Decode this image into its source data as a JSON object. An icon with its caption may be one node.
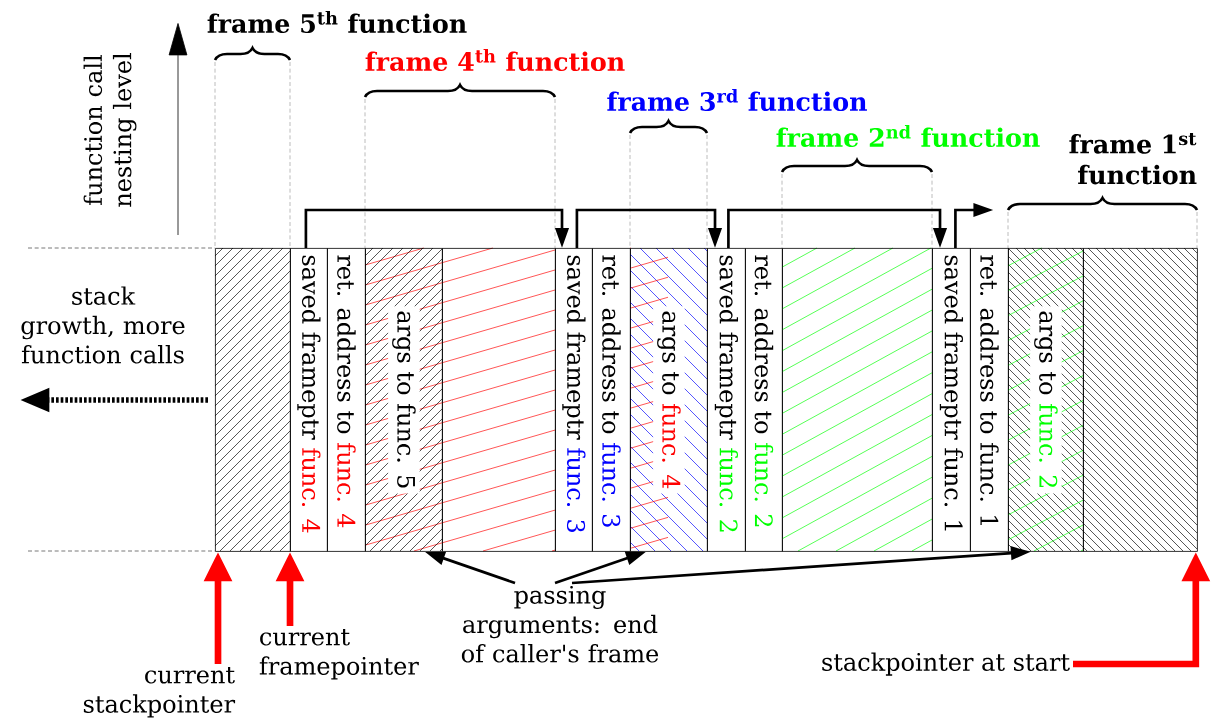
{
  "diagram": {
    "nodes": [
      {
        "text": [],
        "shape": "box"
      },
      {
        "text": [
          "saved frameptr",
          "func. 4"
        ]
      },
      {
        "text": [
          "ret. address to",
          "func. 4"
        ]
      },
      {
        "text": [
          "args to func. 5"
        ]
      },
      {
        "text": [],
        "shape": "box"
      },
      {
        "text": [
          "saved frameptr",
          "func. 3"
        ]
      },
      {
        "text": [
          "ret. address to",
          "func. 3"
        ]
      },
      {
        "text": [
          "args to",
          "func. 4"
        ]
      },
      {
        "text": [
          "saved frameptr",
          "func. 2"
        ]
      },
      {
        "text": [
          "ret. address to",
          "func. 2"
        ]
      },
      {
        "text": [],
        "shape": "box"
      },
      {
        "text": [
          "saved frameptr func. 1"
        ]
      },
      {
        "text": [
          "ret. address to func. 1"
        ]
      },
      {
        "text": [
          "args to",
          "func. 2"
        ]
      },
      {
        "text": [],
        "shape": "box"
      },
      {
        "text": [
          "current stackpointer"
        ]
      },
      {
        "text": [
          "current framepointer"
        ]
      },
      {
        "text": [
          "passing arguments: end of caller's frame"
        ]
      },
      {
        "text": [
          "stackpointer at start"
        ]
      }
    ],
    "edges": [
      {
        "from": 1,
        "to": 5,
        "arrow": "to"
      },
      {
        "from": 5,
        "to": 8,
        "arrow": "to"
      },
      {
        "from": 8,
        "to": 11,
        "arrow": "to"
      },
      {
        "from": 11,
        "to": null,
        "arrow": "to"
      },
      {
        "from": 15,
        "to": 0,
        "arrow": "to",
        "style": "thick",
        "color": "#ff0000"
      },
      {
        "from": 16,
        "to": 1,
        "arrow": "to",
        "style": "thick",
        "color": "#ff0000"
      },
      {
        "from": 17,
        "to": 3,
        "arrow": "to"
      },
      {
        "from": 17,
        "to": 7,
        "arrow": "to"
      },
      {
        "from": 17,
        "to": 13,
        "arrow": "to"
      },
      {
        "from": 18,
        "to": 14,
        "arrow": "to",
        "style": "thick",
        "color": "#ff0000"
      }
    ],
    "labels": [
      "frame 5$^{th}$ function",
      "function call nesting level",
      "frame 4$^{th}$ function",
      "frame 3$^{rd}$ function",
      "frame 2$^{nd}$ function",
      "frame 1$^{st}$ function",
      "stack growth, more function calls"
    ]
  }
}
